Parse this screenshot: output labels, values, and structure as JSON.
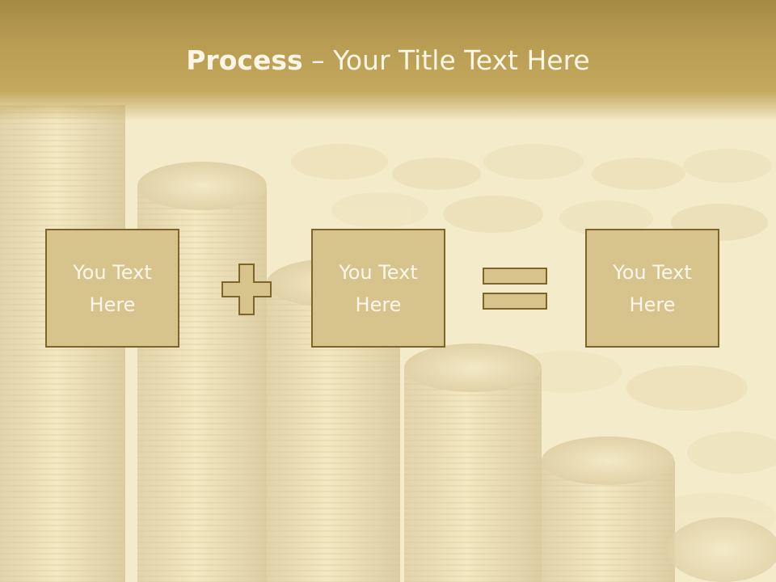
{
  "title": {
    "bold": "Process",
    "rest": " – Your Title Text Here"
  },
  "boxes": [
    {
      "text": "You Text Here"
    },
    {
      "text": "You Text Here"
    },
    {
      "text": "You Text Here"
    }
  ],
  "operators": {
    "first": "plus-icon",
    "second": "equals-icon"
  },
  "colors": {
    "title_band": "#b89c52",
    "box_fill": "#d7c38c",
    "box_border": "#7d6428",
    "text": "#fbf7ea"
  }
}
